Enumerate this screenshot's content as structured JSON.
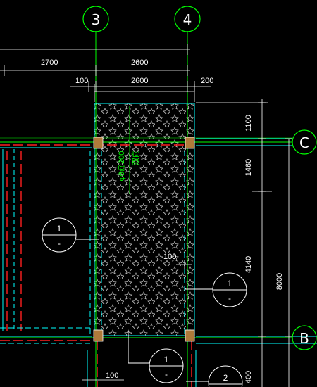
{
  "axes": {
    "vertical": [
      {
        "label": "3"
      },
      {
        "label": "4"
      }
    ],
    "horizontal": [
      {
        "label": "C"
      },
      {
        "label": "B"
      }
    ]
  },
  "dimensions": {
    "top_row1": "2700",
    "top_row2_a": "2600",
    "top_row3_a": "100",
    "top_row3_b": "2600",
    "top_row3_c": "200",
    "right_1": "1100",
    "right_2": "1460",
    "right_3": "4140",
    "right_total": "8000",
    "right_bottom": "400",
    "inner_100": "100",
    "bottom_100": "100"
  },
  "annotations": {
    "rebar": "φ6@200",
    "rebar_note": "双向"
  },
  "sections": [
    {
      "top": "1",
      "bottom": "-"
    },
    {
      "top": "1",
      "bottom": "-"
    },
    {
      "top": "1",
      "bottom": "-"
    },
    {
      "top": "2",
      "bottom": ""
    }
  ],
  "colors": {
    "background": "#000000",
    "axis_line": "#00ff00",
    "beam_outline": "#00ffff",
    "beam_red": "#ff2020",
    "dimension": "#ffffff",
    "column": "#b07a3a",
    "hatch": "#c8c8c8"
  }
}
